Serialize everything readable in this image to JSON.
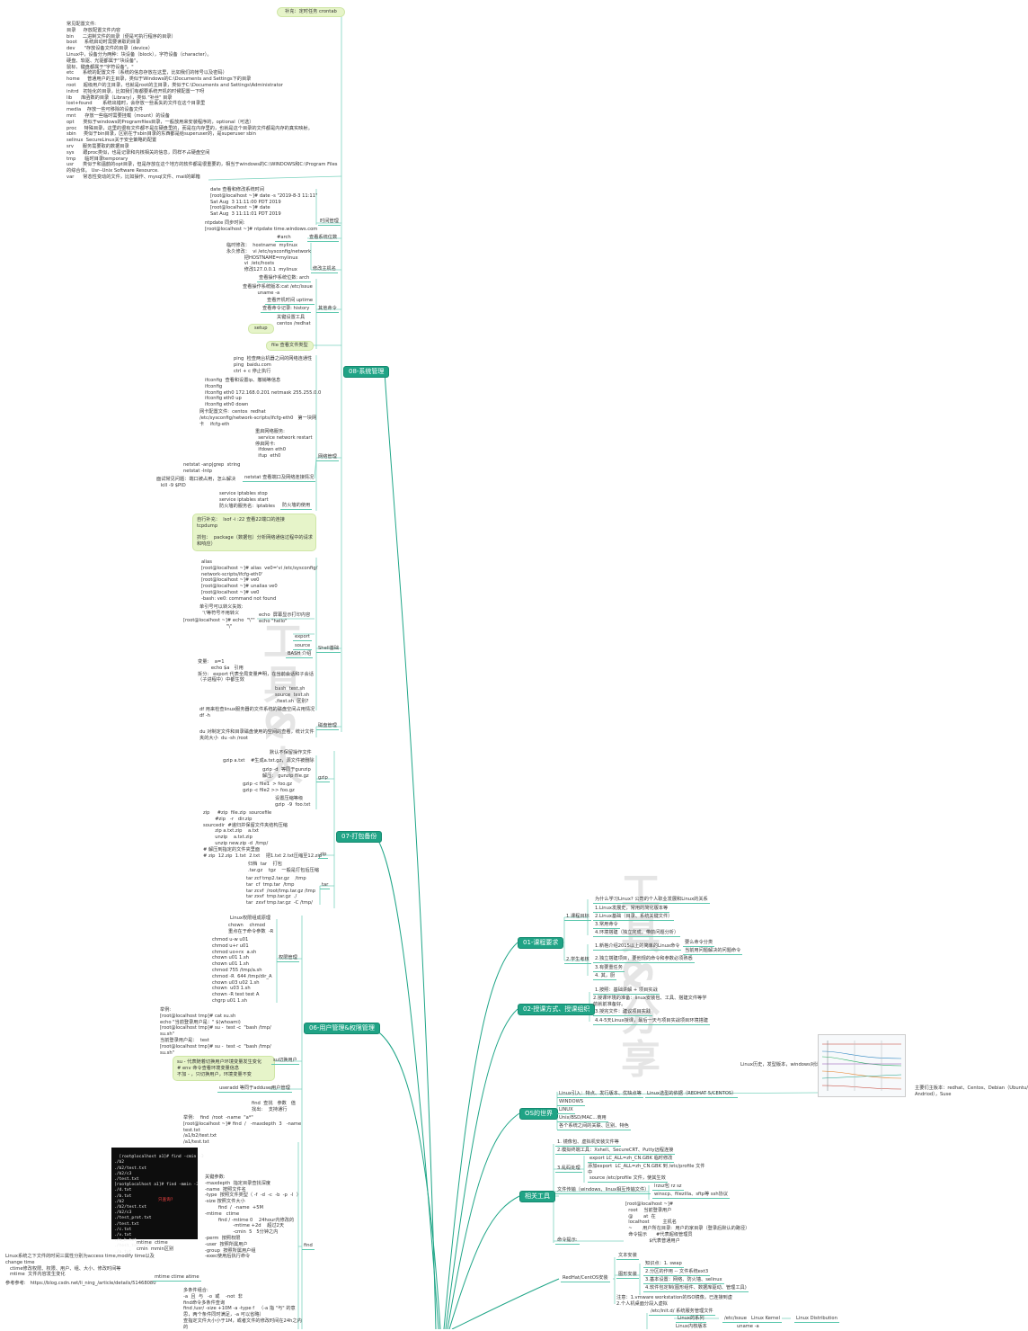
{
  "top_note": "补充：定时任务 crontab",
  "fs_block": "常见配置文件:\n目录     存放配置文件内容\nbin      二进制文件的目录（便是可执行程序的目录）\nboot     系统启动时需要读取的目录\ndev      \"存放设备文件的目录（device）\nLinux中，设备分为两种：块设备（block），字符设备（character）。\n硬盘、软驱、光驱都属于\"块设备\"，\n鼠标、键盘都属于\"字符设备\"。\"\netc      系统的配置文件（系统的信息存放在这里，比如我们的帐号以及密码）\nhome     普通用户的主目录，类似于Windows的C:\\Documents and Settings下的目录\nroot     超级用户的主目录，也就是root的主目录，类似于C:\\Documents and Settings\\Administrator\ninitrd   初始化的目录，比如我们有都要系统开机的时候配置一下呀\nlib      库函数的目录（Library），类似 \"补丝\" 目录\nlost+found       系统出错时，会存放一些丢失的文件在这个目录里\nmedia    存放一些可移除的设备文件\nmnt      存放一些临时需要挂载（mount）的设备\nopt      类似于windows的Programfiles目录，一般放用来安装程序的，optional（可选）\nproc     特殊目录，这里的很有文件都不是在硬盘里的，而是在内存里的，也就是这个目录的文件都是内存的真实映射。\nsbin     类似于bin目录，区别在于sbin目录的东西都是给superuser的，是superuser sbin\nselinux  SecureLinux关于安全策略的配置\nsrv      服务需要取的数据目录\nsys      跟proc类似，也是记录和内核相关的信息，同样不占硬盘空间\ntmp      临时目录temporary\nusr      类似于和温韵的opt目录，但是存放在这个地方的软件都是很重要的，相当于windows的C:\\WINDOWS和C:\\Program Files的综合体。 Usr--Unix Software Resource.\nvar      常态性变动的文件，比如操作、mysql文件、mail的邮箱",
  "date_block": "date 查看和修改系统时间\n[root@localhost ~]# date -s \"2019-8-3 11:11\"\nSat Aug  3 11:11:00 PDT 2019\n[root@localhost ~]# date\nSat Aug  3 11:11:01 PDT 2019",
  "ntp_block": "ntpdate 同步时间:\n[root@localhost ~]# ntpdate time.windows.com",
  "time_mgmt": "时间管理",
  "arch": "#arch",
  "arch_label": "查看系统位数",
  "hostname_block": "临时修改：  hostname  mylinux\n永久修改：  vi /etc/sysconfig/network\n            把HOSTNAME=mylinux\n            vi  /etc/hosts\n            修改127.0.0.1  mylinux",
  "hostname_label": "修改主机名",
  "sys_arch": "查看操作系统位数:   arch",
  "os_version": "查看操作系统版本:cat /etc/issue\n          uname -a",
  "uptime": "查看开机时间 uptime",
  "history": "查看命令记录:   history",
  "other_cmd": "其他命令",
  "setup_block": "关键设置工具\ncentos /redhat",
  "setup": "setup",
  "file_type": "file 查看文件类型",
  "sys_branch": "08-系统管理",
  "ping_block": "ping  检查两台机器之间的网络连通性\nping  baidu.com\nctrl + c 停止执行",
  "ifconfig_block": "ifconfig  查看和设置ip、撤销等信息\nifconfig\nifconfig eth0 172.168.0.201 netmask 255.255.0.0\nifconfig eth0 up\nifconfig eth0 down",
  "netcard_block": "网卡配置文件:  centos  redhat\n/etc/sysconfig/network-scripts/ifcfg-eth0   第一块网\n卡    ifcfg-eth",
  "restart_block": "重启网络服务:\n  service network restart\n停启网卡:\n  ifdown eth0\n  ifup  eth0",
  "net_mgmt": "网络管理",
  "netstat_block": "netstat -anp|grep  string\nnetstat -lntp",
  "port_block": "面试常见问题：端口被占用，怎么解决\n   kill -9 $PID",
  "netstat_label": "netstat 查看端口及网络连接情况",
  "iptables_block": "service iptables stop\nservice iptables start\n防火墙的服务名:  iptables",
  "firewall": "防火墙的使用",
  "extra_green": "自行补充：  lsof -i :22 查看22端口的连接\ntcpdump\n\n抓包：  package（数据包）分析网络通信过程中的请求\n和响应）",
  "alias_block": "alias\n[root@localhost ~]# alias  ve0='vi /etc/sysconfig/\nnetwork-scripts/ifcfg-eth0'\n[root@localhost ~]# ve0\n[root@localhost ~]# unalias ve0\n[root@localhost ~]# ve0\n-bash: ve0: command not found",
  "quote_block": "单引号可以转义失效:\n  '\\'等符号不用转义",
  "echo_block": "[root@localhost ~]# echo  \"\\\"\"\n                             \"\\\"",
  "echo_label": "echo  屏幕显示打印内容\necho \"hello\"",
  "export": "export",
  "source": "source",
  "bash_exec": "BASH 介绍",
  "shell_basic": "Shell基础",
  "var_block": "变量:    a=1\n         echo $a   引用\n拆分:   export 代表全局变量声明，在当前会话和子会话\n（子进程中）中都生效",
  "bash_test": "bash  test.sh\nsource  test.sh\n./test.sh  区别?",
  "df_block": "df 用来检查linux服务器的文件系统的磁盘空间占用情况\ndf -h",
  "du_block": "du 对制定文件和目录磁盘使用的空间的查看，统计文件\n夹的大小  du -sh /root",
  "disk_mgmt": "磁盘管理",
  "gzip_default": "默认不保留操作文件",
  "gzip_a": "gzip a.txt    #生成a.txt.gz，源文件被删除",
  "gzip_d": "gzip -d  等同于gunzip\n解压:   gunzip file.gz",
  "gzip_c": "gzip -c file1  > foo.gz\ngzip -c file2 >> foo.gz",
  "gzip_level": "设置压缩等级\ngzip  -9  foo.txt",
  "gzip": "gzip",
  "zip_block": "zip     #zip  file.zip  sourcefile\n        #zip   -r   dir.zip\nsourcedir  #递归并保留文件夹结构压缩\n        zip a.txt.zip    a.txt\n        unzip    a.txt.zip\n        unzip new.zip -d  /tmp/\n# 解压到指定的文件夹里面\n# zip  12.zip  1.txt  2.txt    把1.txt 2.txt压缩至12.zip",
  "zip": "zip",
  "pack_branch": "07-打包备份",
  "tar_note": "归档  tar    打包\n.tar.gz    tgz    一般是打包后压缩",
  "tar_block": "tar zcf tmp2.tar.gz    /tmp\ntar  cf  tmp.tar  /tmp\ntar zcvf  /root/tmp.tar.gz /tmp\ntar zxvf  tmp.tar.gz  ./\ntar  zxvf tmp.tar.gz  -C /tmp/",
  "tar": "tar",
  "perm_head": "Linux权限组成原理",
  "chown_block": "chown    chmod\n重点在于命令参数  -R",
  "chmod_block": "chmod u-w u01\nchmod u+r u01\nchmod uo+rx  a.sh\nchown u01 1.sh\nchown u01 1.sh\nchmod 755 /tmp/a.sh\nchmod -R  644 /tmp/dir_A\nchown u03 u02 1.sh\nchown  u03 1.sh\nchown -R test test A\nchgrp u01 1.sh",
  "perm_mgmt": "权限管理",
  "user_branch": "06-用户管理&权限管理",
  "su_block": "举例:\n[root@localhost tmp]# cat su.sh\necho \"当前登录用户是：\" $(whoami)\n[root@localhost tmp]# su -  test -c  \"bash /tmp/\nsu.sh\"\n当前登录用户是：  test\n[root@localhost tmp]# su -  test -c  \"bash /tmp/\nsu.sh\"",
  "su_green": "su - 代表随着切换用户环境变量发生变化\n# env 命令查看环境变量信息\n不加 - ，只切换用户，环境变量不变",
  "su_label": "su切换用户",
  "useradd": "useradd  等同于adduser",
  "user_mgmt": "用户管理",
  "find_head": "find  查找   参数   值\n找出:    支持通行",
  "find_ex": "举例:    find  /root  -name  \"a*\"\n[root@localhost ~]# find  /   -maxdepth  3   -name\ntest.txt\n/a1/b2/test.txt\n/a1/test.txt",
  "terminal": "[root@localhost a1]# find -cmin -3\n./b2\n./b2/test.txt\n./b2/c3\n./test.txt\n[root@localhost a1]# find -mmin -3\n./d.txt\n./b.txt\n./b2\n./b2/test.txt\n./b2/c3\n./test_prot.txt\n./test.txt\n./c.txt\n./v.txt\n./a_b.txt\n./test_tail.txt\n./a.txt",
  "terminal_mark": "只查询?",
  "find_params": "关键参数:\n-maxdepth  指定目录查找深度\n-name  按照文件名\n-type  按照文件类型（ -f  -d  -c  -b  -p  -l  ）\n-size 按照文件大小\n         find  /  -name  +5M\n-mtime   ctime\n         find / -mtime 0    24hour内修改的\n                   -mtime +2d    超过2天\n                   -cmin  5   5分钟之内\n-perm  按照权限\n-user  按照所属用户\n-group  按照所属用户组\n-exec使用后执行命令",
  "mtime_ctime": "mtime  ctime\ncmin  mmin区别",
  "linux_times": "Linux系统之下文件的时间三属性分别为access time,modify time以及\nchange time\n   ctime修改权限、权限、用户、组、大小、修改时间等\n   mtime  文件内容发生变化",
  "ref_link": "参考参考:   https://blog.csdn.net/li_ning_/article/details/51468080",
  "mtime_label": "mtime ctime atime",
  "find_multi": "多条件组合:\n-a  且  与   -o  或    -not  非\nfind命令多条件查询\nfind /usr/ -size +10M -a -type f   （-a 指 \"与\" 的意\n思，两个条件同时满足，-a 可以省略）\n查指定文件大小小于1M，或者文件的修改时间在24h之内\n的",
  "find": "find",
  "course_branch": "01-课程要求",
  "course_goal": "1.课程目标",
  "goal_1": "为什么学习Linux? 公司的个人职业发展和Linux的关系",
  "goal_2": "1.Linux发展史，常用的简化版本等",
  "goal_3": "2.Linux基础（目录、系统关键文件）",
  "goal_4": "3.常用命令",
  "goal_5": "4.环境搭建（独立完成，带前问题分析）",
  "learn_goal": "2.学生考核",
  "learn_1": "1.新格介绍2015以上的简单的Linux命令",
  "learn_1a": "要么命令分类",
  "learn_1b": "当前用问题解决的问题命令",
  "learn_2": "2.独立搭建项目，要他规的命令和参数必须熟悉",
  "learn_3": "3.有要重任务",
  "learn_4": "4. 其，厨",
  "teach_branch": "02-授课方式、授课组织",
  "teach_1": "1.按照：基础讲解 + 项目实战",
  "teach_2": "2.授课环境的准备：linux安装包、工具、搭建文件等学\n前就前准备好。",
  "teach_3": "3.授完文件：建议项目实践",
  "teach_4": "4.4-5天Linux授课，最后一天与项目实战项目环境搭建",
  "os_branch": "OS的世界",
  "os_linux_intro": "Linux引入：特点、发行版本、优缺点等",
  "os_linux_select": "Linux选型的依据（REDHAT 5/CENTOS）",
  "os_windows": "WINDOWS",
  "os_linux": "LINUX",
  "os_unix": "Unix/BSD/MAC...商用",
  "os_diff": "各个系统之间的关联、区别、特色",
  "linux_history": "Linux历史，发型版本，windows对比",
  "linux_dist": "主要们主板本：redhat、Centos、Debian（Ubuntu/\nAndriod），Suse",
  "related_branch": "相关工具",
  "rel_1": "1. 镜像包、虚拟机安装文件等",
  "rel_2": "2.模拟终端工具：Xshell、SecureCRT、Putty远程连接",
  "rel_3": "3.乱码处理",
  "rel_3a": "export LC_ALL=zh_CN.GBK    临时修改",
  "rel_3b": "添加export  LC_ALL=zh_CN.GBK 到 /etc/profile 文件\n中",
  "rel_3c": "source  /etc/profile 文件，使其生效",
  "rel_transfer": "文件传输（windows、linux相互传输文件）",
  "rel_t1": "lrzsz包     rz sz",
  "rel_t2": "winscp、filezilla、sftp等 ssh协议",
  "rel_prompt_block": "[root@localhost ~]#\n  root    当前登录用户\n  @       at  在\n  localhost         主机名\n  ~       用户所在目录:  用户的家目录（登录后默认的路径）\n  命令提示      #代表超级管理员\n                $代表普通用户",
  "rel_prompt": "命令提示:",
  "install_branch": "RedHat/CentOS安装",
  "inst_text": "文本安装",
  "inst_graph": "图形安装",
  "inst_g_label": "知识点：1. swap",
  "inst_g_1": "2.分区的作用   -- 文件系统ext3",
  "inst_g_2": "3.基本设置：网络、防火墙、selinux",
  "inst_g_3": "4.软件包定制(图形组件、数据库驱动、管理工具)",
  "inst_note": "注意：1.vmware workstation的ISO镜像，已连接到虚\n2.个人机桌面分段入虚拟",
  "etc_init": "/etc/init.d/   系统服务管理文件",
  "etc_issue": "/etc/issue",
  "kernel": "Linux Kernel",
  "linux_distribution": "Linux Distribution",
  "linux_ver": "Linux的系列",
  "uname": "uname -a",
  "linux_ver2": "Linux内核版本"
}
